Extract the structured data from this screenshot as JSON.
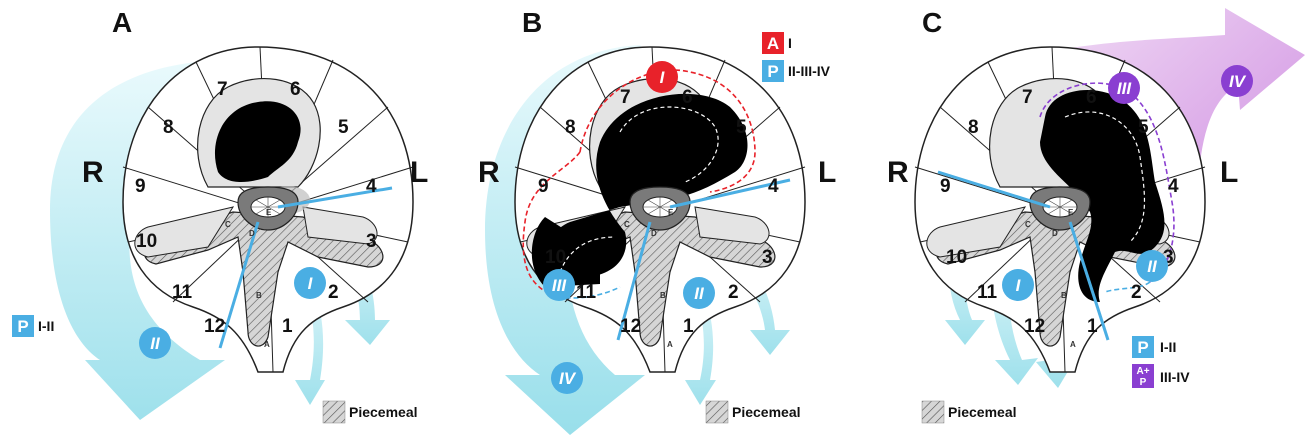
{
  "panels": [
    {
      "letter": "A",
      "left": "R",
      "right": "L"
    },
    {
      "letter": "B",
      "left": "R",
      "right": "L"
    },
    {
      "letter": "C",
      "left": "R",
      "right": "L"
    }
  ],
  "sectors": [
    "1",
    "2",
    "3",
    "4",
    "5",
    "6",
    "7",
    "8",
    "9",
    "10",
    "11",
    "12"
  ],
  "structure_labels": {
    "a": "A",
    "b": "B",
    "c": "C",
    "d": "D",
    "e": "E"
  },
  "stages": {
    "i": "I",
    "ii": "II",
    "iii": "III",
    "iv": "IV"
  },
  "legend": {
    "a_key": "A",
    "a_range": "I",
    "p_key": "P",
    "p_range_a": "I-II",
    "p_range_b": "II-III-IV",
    "p_range_c": "I-II",
    "ap_key_top": "A+",
    "ap_key_bottom": "P",
    "ap_range": "III-IV",
    "piecemeal": "Piecemeal"
  },
  "colors": {
    "approach_cyan": "#4aaee3",
    "red_stage": "#e8222a",
    "purple_stage": "#8a3fd1",
    "arrow_fill": "#bfeaf2",
    "tumor": "#000000"
  }
}
